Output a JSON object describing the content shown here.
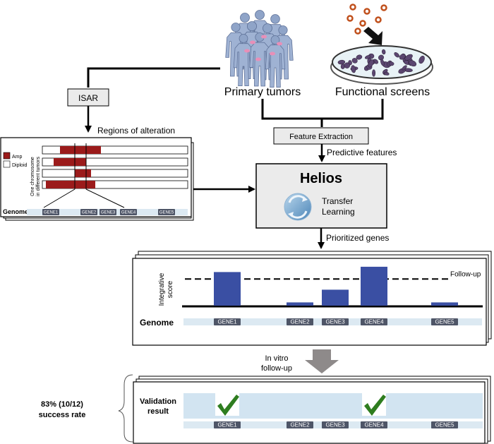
{
  "inputs": {
    "primary_tumors_label": "Primary tumors",
    "functional_screens_label": "Functional screens",
    "isar_label": "ISAR",
    "feature_extraction_label": "Feature Extraction",
    "predictive_features_label": "Predictive features",
    "regions_label": "Regions of  alteration"
  },
  "alteration_panel": {
    "legend": [
      {
        "label": "Amp",
        "color": "#9b1b1b"
      },
      {
        "label": "Diploid",
        "color": "#ffffff"
      }
    ],
    "y_label_line1": "One chromosome",
    "y_label_line2": "in different tumors",
    "genome_label": "Genome",
    "genes": [
      "GENE1",
      "GENE2",
      "GENE3",
      "GENE4",
      "GENE5"
    ]
  },
  "helios": {
    "title": "Helios",
    "subtitle_line1": "Transfer",
    "subtitle_line2": "Learning",
    "output_label": "Prioritized genes"
  },
  "chart_data": {
    "type": "bar",
    "categories": [
      "GENE1",
      "GENE2",
      "GENE3",
      "GENE4",
      "GENE5"
    ],
    "values": [
      0.82,
      0.08,
      0.39,
      0.95,
      0.08
    ],
    "threshold": 0.65,
    "threshold_label": "Follow-up",
    "ylabel_line1": "Integrative",
    "ylabel_line2": "score",
    "xlabel": "Genome",
    "bar_color": "#3a4fa3",
    "ylim": [
      0,
      1
    ]
  },
  "followup": {
    "line1": "In vitro",
    "line2": "follow-up"
  },
  "validation": {
    "label_line1": "Validation",
    "label_line2": "result",
    "success_line1": "83% (10/12)",
    "success_line2": "success rate",
    "validated_genes": [
      "GENE1",
      "GENE4"
    ],
    "check_color": "#2e7d1f"
  }
}
